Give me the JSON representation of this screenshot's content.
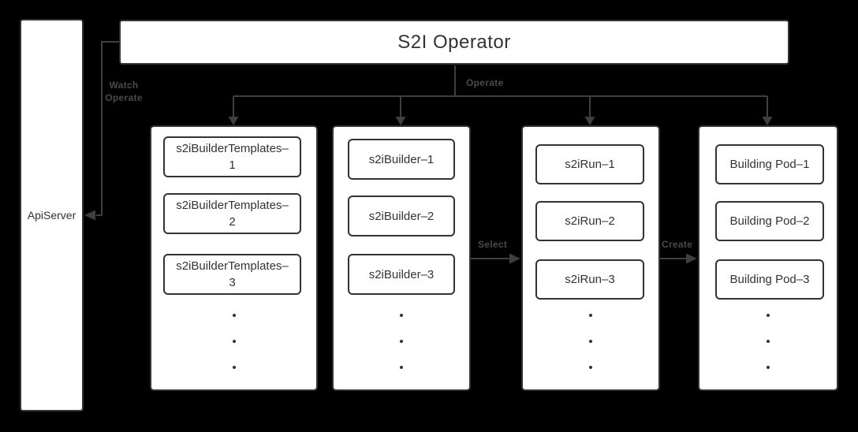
{
  "theme": {
    "background": "#000000",
    "node_fill": "#ffffff",
    "node_border": "#333333",
    "node_text": "#333333",
    "line": "#3f3f3f",
    "edge_label": "#4a4a4a"
  },
  "nodes": {
    "operator": "S2I Operator",
    "apiserver": "ApiServer"
  },
  "edge_labels": {
    "watch_operate": [
      "Watch",
      "Operate"
    ],
    "operate": "Operate",
    "select": "Select",
    "create": "Create"
  },
  "columns": [
    {
      "items": [
        "s2iBuilderTemplates–\n1",
        "s2iBuilderTemplates–\n2",
        "s2iBuilderTemplates–\n3"
      ]
    },
    {
      "items": [
        "s2iBuilder–1",
        "s2iBuilder–2",
        "s2iBuilder–3"
      ]
    },
    {
      "items": [
        "s2iRun–1",
        "s2iRun–2",
        "s2iRun–3"
      ]
    },
    {
      "items": [
        "Building Pod–1",
        "Building Pod–2",
        "Building Pod–3"
      ]
    }
  ]
}
